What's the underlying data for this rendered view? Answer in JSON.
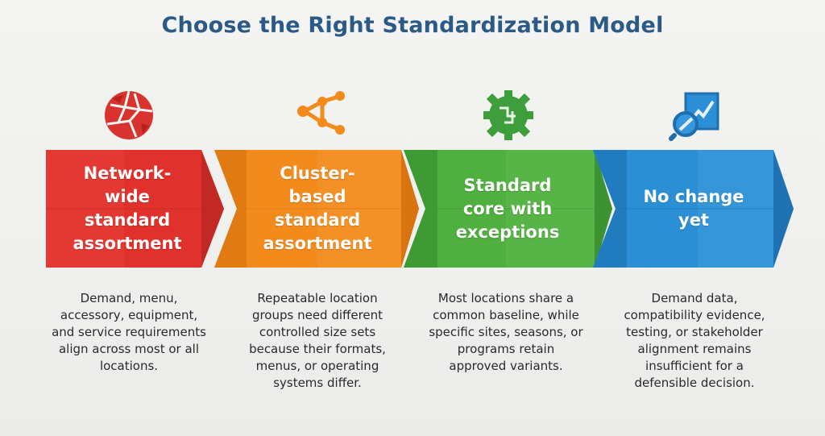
{
  "title": "Choose the Right Standardization Model",
  "colors": {
    "red": "#e0312c",
    "orange": "#f28a1c",
    "green": "#4faf3f",
    "blue": "#2b8fd6",
    "title": "#2b5a86"
  },
  "stages": [
    {
      "icon": "cracked-sphere-icon",
      "label_lines": [
        "Network-",
        "wide",
        "standard",
        "assortment"
      ],
      "description": "Demand, menu, accessory, equipment, and service requirements align across most or all locations."
    },
    {
      "icon": "branching-network-icon",
      "label_lines": [
        "Cluster-",
        "based",
        "standard",
        "assortment"
      ],
      "description": "Repeatable location groups need different controlled size sets because their formats, menus, or operating systems differ."
    },
    {
      "icon": "gear-core-icon",
      "label_lines": [
        "Standard",
        "core with",
        "exceptions"
      ],
      "description": "Most locations share a common baseline, while specific sites, seasons, or programs retain approved variants."
    },
    {
      "icon": "chart-magnifier-icon",
      "label_lines": [
        "No change",
        "yet"
      ],
      "description": "Demand data, compatibility evidence, testing, or stakeholder alignment remains insufficient for a defensible decision."
    }
  ]
}
